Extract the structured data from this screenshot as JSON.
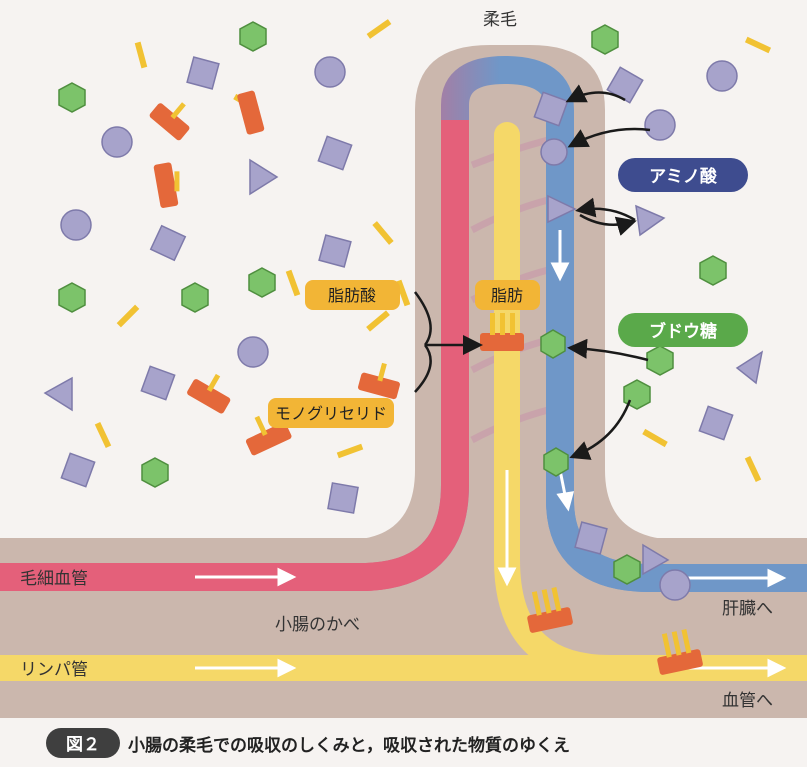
{
  "labels": {
    "villus": "柔毛",
    "amino_acid": "アミノ酸",
    "glucose": "ブドウ糖",
    "fatty_acid": "脂肪酸",
    "monoglyceride": "モノグリセリド",
    "fat": "脂肪",
    "capillary": "毛細血管",
    "lymph": "リンパ管",
    "intestine_wall": "小腸のかべ",
    "to_liver": "肝臓へ",
    "to_blood": "血管へ"
  },
  "caption": {
    "badge": "図２",
    "text": "小腸の柔毛での吸収のしくみと，吸収された物質のゆくえ"
  },
  "colors": {
    "background": "#f6f3f1",
    "wall": "#cbb7ad",
    "capillary_red": "#e4607a",
    "vein_blue": "#6f97c8",
    "lymph_yellow": "#f5d868",
    "amino_pill": "#3e4c8f",
    "glucose_pill": "#5aa94a",
    "fat_pill": "#f2b536",
    "particle_purple": "#a7a3cb",
    "particle_green": "#7cc36a",
    "rod_yellow": "#f1c233",
    "block_orange": "#e4683a"
  }
}
